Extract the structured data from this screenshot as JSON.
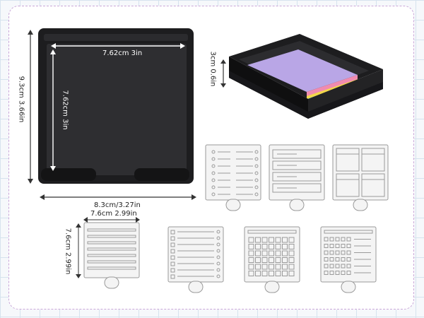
{
  "tray_top": {
    "inner_width_label": "7.62cm 3in",
    "inner_height_label": "7.62cm 3in",
    "outer_height_label": "9.3cm 3.66in",
    "outer_width_label": "8.3cm/3.27in"
  },
  "tray_3d": {
    "height_label": "3cm 0.6in",
    "paper_colors": [
      "#b9a6e6",
      "#f2d84b",
      "#f08bb0",
      "#7fd0c7"
    ]
  },
  "template": {
    "width_label": "7.6cm 2.99in",
    "height_label": "7.6cm 2.99in"
  },
  "colors": {
    "tray": "#1d1d1f",
    "tray_inner": "#2e2e31",
    "template_fill": "#f4f4f4",
    "template_stroke": "#9a9a9a"
  }
}
